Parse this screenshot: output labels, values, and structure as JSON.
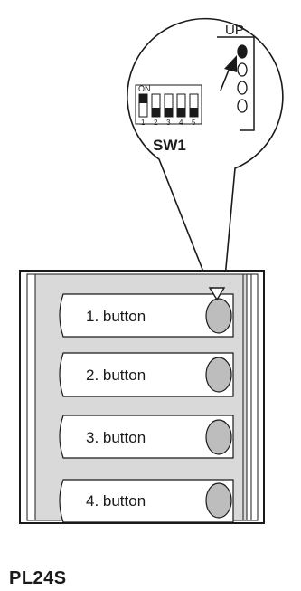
{
  "dip_switch": {
    "on_label": "ON",
    "positions": [
      "1",
      "2",
      "3",
      "4",
      "5"
    ],
    "states": [
      "on",
      "off",
      "off",
      "off",
      "off"
    ]
  },
  "jumper": {
    "up_label": "UP",
    "selected_index": 0,
    "count": 4
  },
  "switch_title": "SW1",
  "buttons": [
    {
      "label": "1. button"
    },
    {
      "label": "2. button"
    },
    {
      "label": "3. button"
    },
    {
      "label": "4. button"
    }
  ],
  "model": "PL24S",
  "colors": {
    "ink": "#1a1a1a",
    "panel_fill": "#d9d9d9",
    "button_knob": "#bdbdbd",
    "frame_shade": "#c8c8c8"
  }
}
